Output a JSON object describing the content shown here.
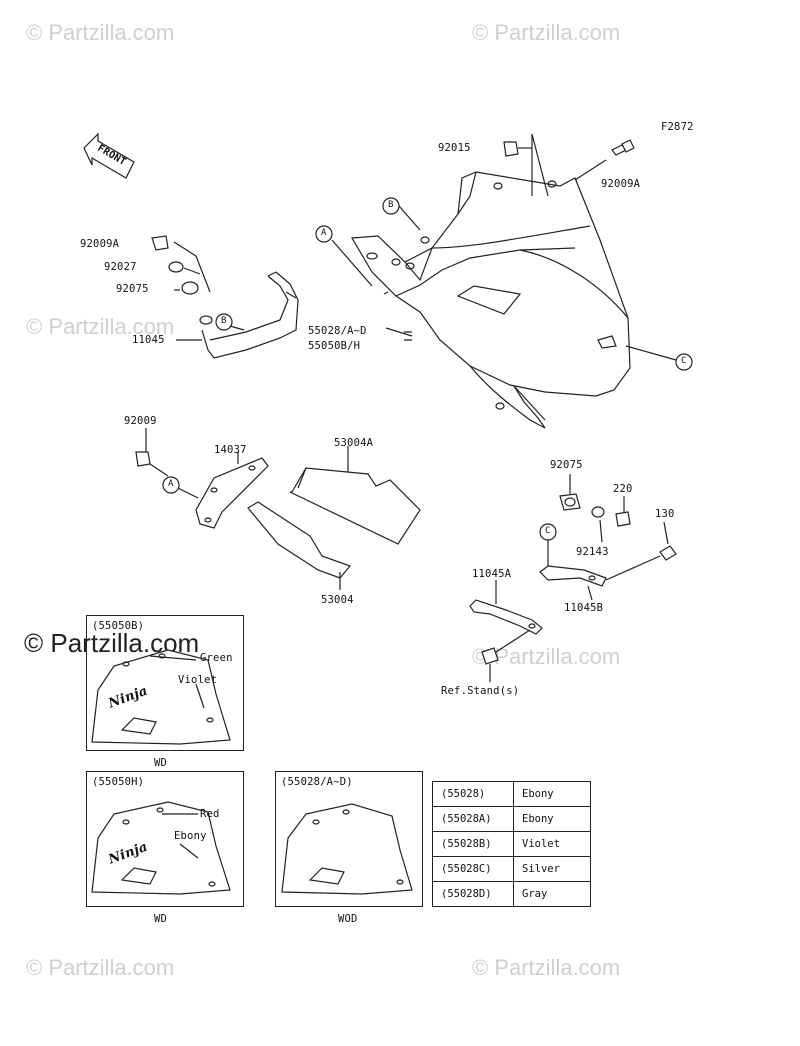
{
  "diagram_id": "F2872",
  "watermark": "© Partzilla.com",
  "watermark_big": "© Partzilla.com",
  "front_label": "FRONT",
  "parts": {
    "p92015": "92015",
    "p92009A_top": "92009A",
    "p92009A_left": "92009A",
    "p92027": "92027",
    "p92075_left": "92075",
    "p11045": "11045",
    "p55028": "55028/A~D",
    "p55050": "55050B/H",
    "p92009": "92009",
    "p14037": "14037",
    "p53004A": "53004A",
    "p53004": "53004",
    "p92075_right": "92075",
    "p220": "220",
    "p130": "130",
    "p92143": "92143",
    "p11045A": "11045A",
    "p11045B": "11045B",
    "ref_stand": "Ref.Stand(s)"
  },
  "callouts": {
    "A": "A",
    "B": "B",
    "C": "C"
  },
  "insets": {
    "b": {
      "code": "(55050B)",
      "c1": "Green",
      "c2": "Violet",
      "caption": "WD"
    },
    "h": {
      "code": "(55050H)",
      "c1": "Red",
      "c2": "Ebony",
      "caption": "WD"
    },
    "ad": {
      "code": "(55028/A~D)",
      "caption": "WOD"
    }
  },
  "logo_text": "Ninja",
  "color_table": [
    {
      "code": "(55028)",
      "color": "Ebony"
    },
    {
      "code": "(55028A)",
      "color": "Ebony"
    },
    {
      "code": "(55028B)",
      "color": "Violet"
    },
    {
      "code": "(55028C)",
      "color": "Silver"
    },
    {
      "code": "(55028D)",
      "color": "Gray"
    }
  ]
}
